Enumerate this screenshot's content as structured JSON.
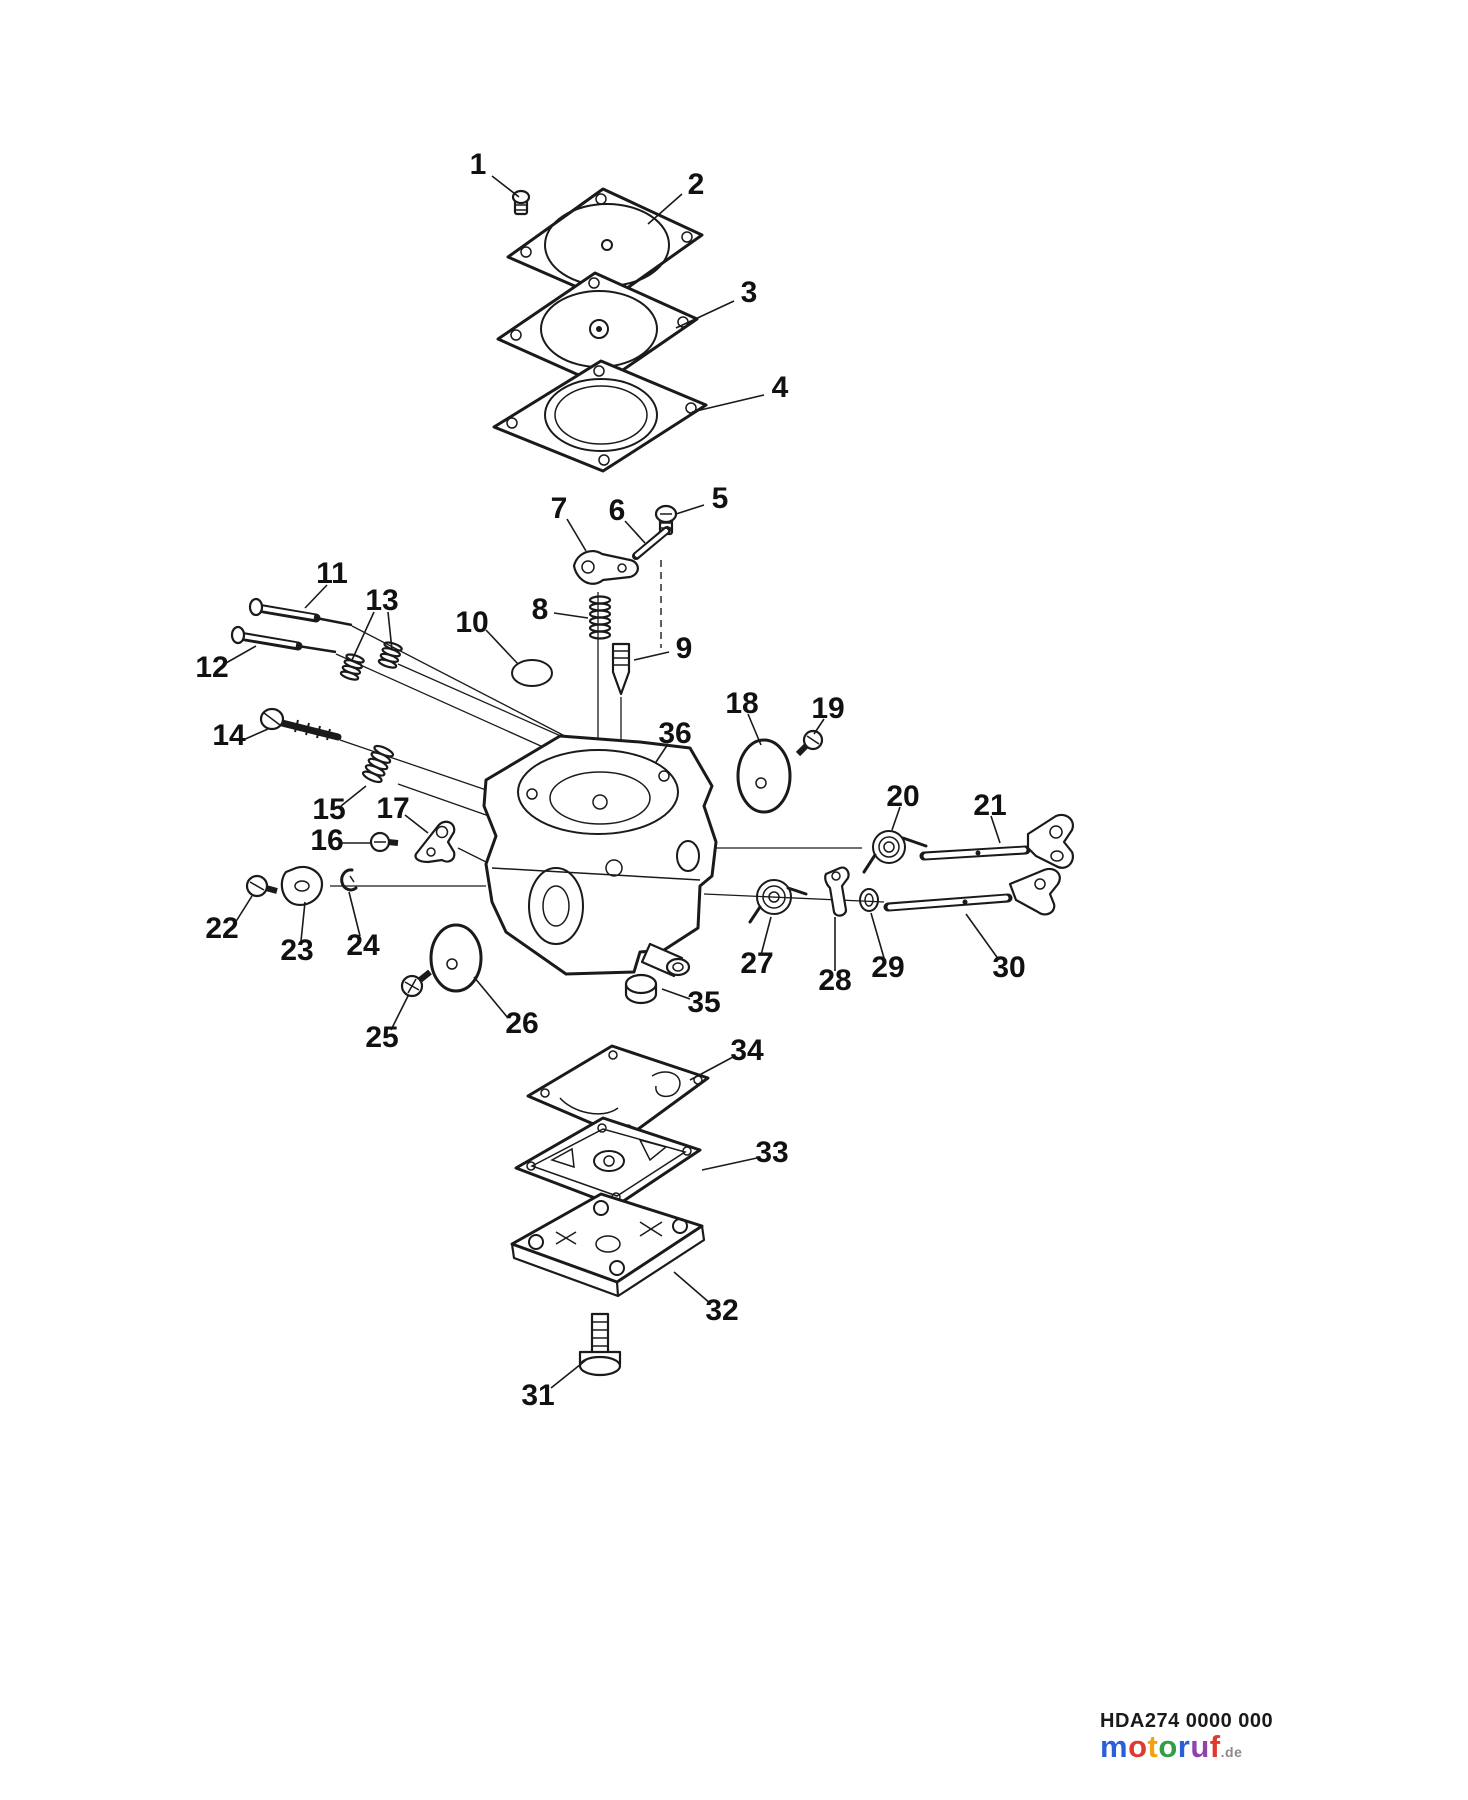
{
  "diagram": {
    "callouts": [
      {
        "label": "1"
      },
      {
        "label": "2"
      },
      {
        "label": "3"
      },
      {
        "label": "4"
      },
      {
        "label": "5"
      },
      {
        "label": "6"
      },
      {
        "label": "7"
      },
      {
        "label": "8"
      },
      {
        "label": "9"
      },
      {
        "label": "10"
      },
      {
        "label": "11"
      },
      {
        "label": "12"
      },
      {
        "label": "13"
      },
      {
        "label": "14"
      },
      {
        "label": "15"
      },
      {
        "label": "16"
      },
      {
        "label": "17"
      },
      {
        "label": "18"
      },
      {
        "label": "19"
      },
      {
        "label": "20"
      },
      {
        "label": "21"
      },
      {
        "label": "22"
      },
      {
        "label": "23"
      },
      {
        "label": "24"
      },
      {
        "label": "25"
      },
      {
        "label": "26"
      },
      {
        "label": "27"
      },
      {
        "label": "28"
      },
      {
        "label": "29"
      },
      {
        "label": "30"
      },
      {
        "label": "31"
      },
      {
        "label": "32"
      },
      {
        "label": "33"
      },
      {
        "label": "34"
      },
      {
        "label": "35"
      },
      {
        "label": "36"
      }
    ]
  },
  "footer": {
    "part_number": "HDA274 0000 000",
    "watermark": {
      "letters": [
        {
          "char": "m",
          "style": "color:#2b5fd9"
        },
        {
          "char": "o",
          "style": "color:#e03a2f"
        },
        {
          "char": "t",
          "style": "color:#f2a20c"
        },
        {
          "char": "o",
          "style": "color:#2f9e44"
        },
        {
          "char": "r",
          "style": "color:#2b5fd9"
        },
        {
          "char": "u",
          "style": "color:#8e44ad"
        },
        {
          "char": "f",
          "style": "color:#e03a2f"
        }
      ],
      "suffix": ".de",
      "suffix_style": "color:#8a8a8a"
    }
  },
  "colors": {
    "background": "#ffffff",
    "line": "#1a1a1a"
  }
}
